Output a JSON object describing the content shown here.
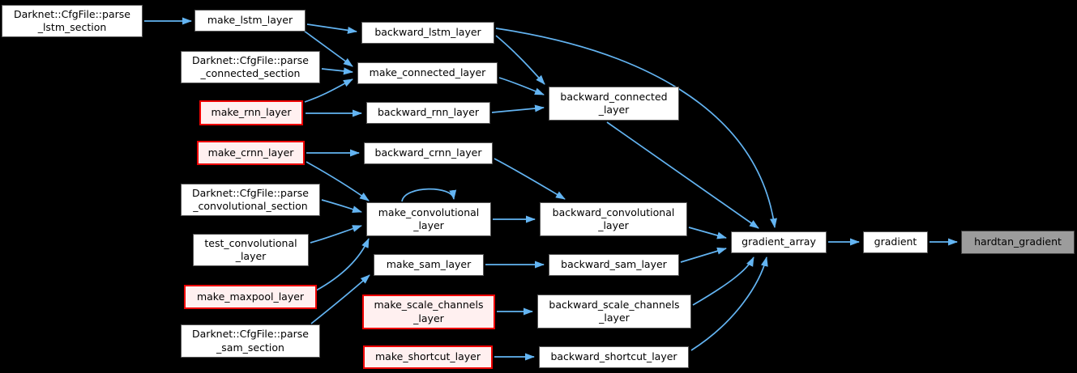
{
  "diagram": {
    "type": "caller-graph",
    "focus_function": "hardtan_gradient",
    "background_color": "#000000",
    "edge_color": "#63b4f2",
    "node_colors": {
      "default_fill": "#ffffff",
      "default_border": "#565656",
      "highlight_fill": "#fff0f0",
      "highlight_border": "#ee0000",
      "focus_fill": "#9c9c9c",
      "focus_border": "#3f3f3f"
    }
  },
  "nodes": [
    {
      "id": "parse_lstm_section",
      "label": "Darknet::CfgFile::parse\n_lstm_section",
      "type": "default"
    },
    {
      "id": "make_lstm_layer",
      "label": "make_lstm_layer",
      "type": "default"
    },
    {
      "id": "backward_lstm_layer",
      "label": "backward_lstm_layer",
      "type": "default"
    },
    {
      "id": "parse_connected_section",
      "label": "Darknet::CfgFile::parse\n_connected_section",
      "type": "default"
    },
    {
      "id": "make_connected_layer",
      "label": "make_connected_layer",
      "type": "default"
    },
    {
      "id": "make_rnn_layer",
      "label": "make_rnn_layer",
      "type": "highlight"
    },
    {
      "id": "backward_rnn_layer",
      "label": "backward_rnn_layer",
      "type": "default"
    },
    {
      "id": "make_crnn_layer",
      "label": "make_crnn_layer",
      "type": "highlight"
    },
    {
      "id": "backward_crnn_layer",
      "label": "backward_crnn_layer",
      "type": "default"
    },
    {
      "id": "backward_connected_layer",
      "label": "backward_connected\n_layer",
      "type": "default"
    },
    {
      "id": "parse_convolutional_section",
      "label": "Darknet::CfgFile::parse\n_convolutional_section",
      "type": "default"
    },
    {
      "id": "make_convolutional_layer",
      "label": "make_convolutional\n_layer",
      "type": "default"
    },
    {
      "id": "test_convolutional_layer",
      "label": "test_convolutional\n_layer",
      "type": "default"
    },
    {
      "id": "backward_convolutional_layer",
      "label": "backward_convolutional\n_layer",
      "type": "default"
    },
    {
      "id": "make_sam_layer",
      "label": "make_sam_layer",
      "type": "default"
    },
    {
      "id": "backward_sam_layer",
      "label": "backward_sam_layer",
      "type": "default"
    },
    {
      "id": "make_maxpool_layer",
      "label": "make_maxpool_layer",
      "type": "highlight"
    },
    {
      "id": "make_scale_channels_layer",
      "label": "make_scale_channels\n_layer",
      "type": "highlight"
    },
    {
      "id": "backward_scale_channels_layer",
      "label": "backward_scale_channels\n_layer",
      "type": "default"
    },
    {
      "id": "parse_sam_section",
      "label": "Darknet::CfgFile::parse\n_sam_section",
      "type": "default"
    },
    {
      "id": "make_shortcut_layer",
      "label": "make_shortcut_layer",
      "type": "highlight"
    },
    {
      "id": "backward_shortcut_layer",
      "label": "backward_shortcut_layer",
      "type": "default"
    },
    {
      "id": "gradient_array",
      "label": "gradient_array",
      "type": "default"
    },
    {
      "id": "gradient",
      "label": "gradient",
      "type": "default"
    },
    {
      "id": "hardtan_gradient",
      "label": "hardtan_gradient",
      "type": "focus"
    }
  ],
  "edges": [
    {
      "from": "parse_lstm_section",
      "to": "make_lstm_layer"
    },
    {
      "from": "make_lstm_layer",
      "to": "backward_lstm_layer"
    },
    {
      "from": "make_lstm_layer",
      "to": "make_connected_layer"
    },
    {
      "from": "parse_connected_section",
      "to": "make_connected_layer"
    },
    {
      "from": "make_rnn_layer",
      "to": "make_connected_layer"
    },
    {
      "from": "make_rnn_layer",
      "to": "backward_rnn_layer"
    },
    {
      "from": "make_crnn_layer",
      "to": "backward_crnn_layer"
    },
    {
      "from": "make_crnn_layer",
      "to": "make_convolutional_layer"
    },
    {
      "from": "backward_lstm_layer",
      "to": "backward_connected_layer"
    },
    {
      "from": "backward_lstm_layer",
      "to": "gradient_array"
    },
    {
      "from": "make_connected_layer",
      "to": "backward_connected_layer"
    },
    {
      "from": "backward_rnn_layer",
      "to": "backward_connected_layer"
    },
    {
      "from": "backward_connected_layer",
      "to": "gradient_array"
    },
    {
      "from": "backward_crnn_layer",
      "to": "backward_convolutional_layer"
    },
    {
      "from": "parse_convolutional_section",
      "to": "make_convolutional_layer"
    },
    {
      "from": "test_convolutional_layer",
      "to": "make_convolutional_layer"
    },
    {
      "from": "make_maxpool_layer",
      "to": "make_convolutional_layer"
    },
    {
      "from": "make_convolutional_layer",
      "to": "make_convolutional_layer"
    },
    {
      "from": "make_convolutional_layer",
      "to": "backward_convolutional_layer"
    },
    {
      "from": "backward_convolutional_layer",
      "to": "gradient_array"
    },
    {
      "from": "parse_sam_section",
      "to": "make_sam_layer"
    },
    {
      "from": "make_sam_layer",
      "to": "backward_sam_layer"
    },
    {
      "from": "backward_sam_layer",
      "to": "gradient_array"
    },
    {
      "from": "make_scale_channels_layer",
      "to": "backward_scale_channels_layer"
    },
    {
      "from": "backward_scale_channels_layer",
      "to": "gradient_array"
    },
    {
      "from": "make_shortcut_layer",
      "to": "backward_shortcut_layer"
    },
    {
      "from": "backward_shortcut_layer",
      "to": "gradient_array"
    },
    {
      "from": "gradient_array",
      "to": "gradient"
    },
    {
      "from": "gradient",
      "to": "hardtan_gradient"
    }
  ]
}
